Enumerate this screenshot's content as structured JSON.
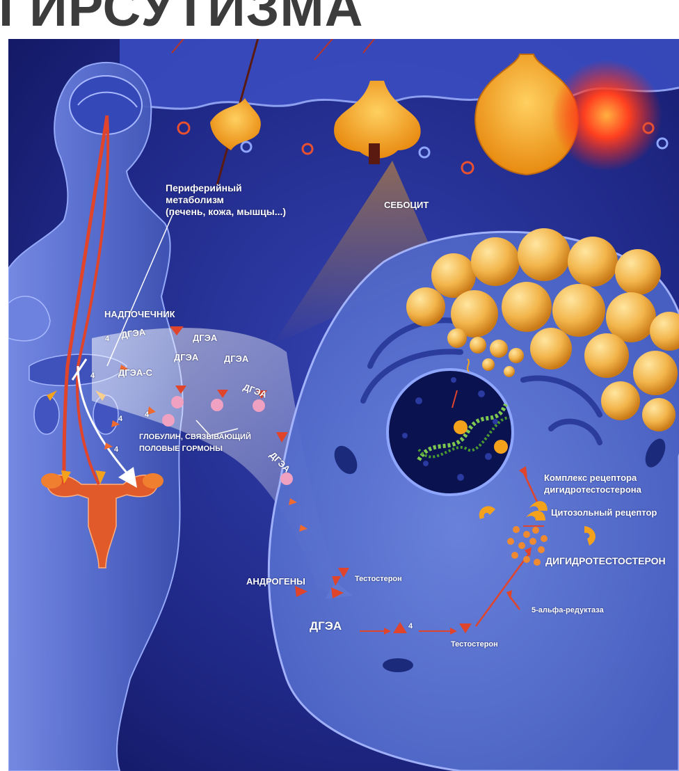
{
  "title": "ГИРСУТИЗМА",
  "labels": {
    "peripheral_1": "Периферийный",
    "peripheral_2": "метаболизм",
    "peripheral_3": "(печень, кожа, мышцы...)",
    "sebocyte": "СЕБОЦИТ",
    "adrenal": "НАДПОЧЕЧНИК",
    "dhea_1": "ДГЭА",
    "dhea_2": "ДГЭА",
    "dhea_3": "ДГЭА",
    "dhea_4": "ДГЭА",
    "dhea_5": "ДГЭА",
    "dhea_6": "ДГЭА",
    "dhea_s": "ДГЭА-С",
    "four_1": "4",
    "four_2": "4",
    "four_3": "4",
    "four_4": "4",
    "four_5": "4",
    "four_6": "4",
    "shbg_1": "ГЛОБУЛИН, СВЯЗЫВАЮЩИЙ",
    "shbg_2": "ПОЛОВЫЕ ГОРМОНЫ",
    "receptor_complex_1": "Комплекс рецептора",
    "receptor_complex_2": "дигидротестостерона",
    "cytosolic_receptor": "Цитозольный рецептор",
    "dihydrotestosterone": "ДИГИДРОТЕСТОСТЕРОН",
    "androgens": "АНДРОГЕНЫ",
    "testosterone_1": "Тестостерон",
    "testosterone_2": "Тестостерон",
    "dhea_cell": "ДГЭА",
    "reductase": "5-альфа-редуктаза"
  },
  "colors": {
    "background_dark": "#12165e",
    "background_mid": "#2a36a8",
    "body": "#5f74d6",
    "cell": "#5f78d4",
    "nucleus": "#0a1250",
    "arrow_red": "#e0442a",
    "gland_orange": "#f4a21c",
    "title_gray": "#3c3c3c"
  }
}
